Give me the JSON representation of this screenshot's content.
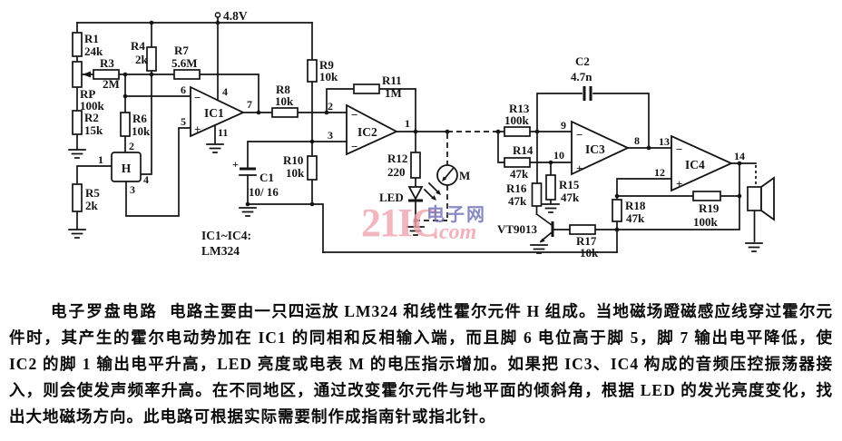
{
  "schematic": {
    "supply": "4.8V",
    "note1": "IC1~IC4:",
    "note2": "LM324",
    "labels": {
      "r1": "R1",
      "r1v": "24k",
      "r2": "R2",
      "r2v": "15k",
      "r3": "R3",
      "r3v": "2M",
      "r4": "R4",
      "r4v": "2k",
      "r5": "R5",
      "r5v": "2k",
      "r6": "R6",
      "r6v": "10k",
      "r7": "R7",
      "r7v": "5.6M",
      "r8": "R8",
      "r8v": "10k",
      "r9": "R9",
      "r9v": "10k",
      "r10": "R10",
      "r10v": "10k",
      "r11": "R11",
      "r11v": "1M",
      "r12": "R12",
      "r12v": "220",
      "r13": "R13",
      "r13v": "100k",
      "r14": "R14",
      "r14v": "47k",
      "r15": "R15",
      "r15v": "47k",
      "r16": "R16",
      "r16v": "47k",
      "r17": "R17",
      "r17v": "10k",
      "r18": "R18",
      "r18v": "47k",
      "r19": "R19",
      "r19v": "100k",
      "rp": "RP",
      "rpv": "100k",
      "c1": "C1",
      "c1v": "10/ 16",
      "c2": "C2",
      "c2v": "4.7n",
      "ic1": "IC1",
      "ic2": "IC2",
      "ic3": "IC3",
      "ic4": "IC4",
      "hall": "H",
      "led": "LED",
      "meter": "M",
      "vt": "VT9013",
      "minus": "−",
      "plus": "+",
      "cplus": "+"
    },
    "pins": {
      "ic1_in_minus": "6",
      "ic1_in_plus": "5",
      "ic1_out": "7",
      "ic1_vcc": "4",
      "ic1_gnd": "11",
      "ic2_in_minus": "2",
      "ic2_in_plus": "3",
      "ic2_out": "1",
      "ic3_in_minus": "9",
      "ic3_in_plus": "10",
      "ic3_out": "8",
      "ic4_in_minus": "13",
      "ic4_in_plus": "12",
      "ic4_out": "14",
      "h1": "1",
      "h2": "2",
      "h3": "3",
      "h4": "4"
    }
  },
  "watermark": {
    "big": "21IC",
    "com": ".com",
    "cn": "电子网",
    "pink": "#f0a4b0",
    "blue": "#6e6eb4"
  },
  "caption": {
    "title": "电子罗盘电路",
    "body": "电路主要由一只四运放 LM324 和线性霍尔元件 H 组成。当地磁场蹬磁感应线穿过霍尔元件时，其产生的霍尔电动势加在 IC1 的同相和反相输入端，而且脚 6 电位高于脚 5，脚 7 输出电平降低，使 IC2 的脚 1 输出电平升高，LED 亮度或电表 M 的电压指示增加。如果把 IC3、IC4 构成的音频压控振荡器接入，则会使发声频率升高。在不同地区，通过改变霍尔元件与地平面的倾斜角，根据 LED 的发光亮度变化，找出大地磁场方向。此电路可根据实际需要制作成指南针或指北针。"
  },
  "colors": {
    "ink": "#141414",
    "background": "#ffffff"
  }
}
